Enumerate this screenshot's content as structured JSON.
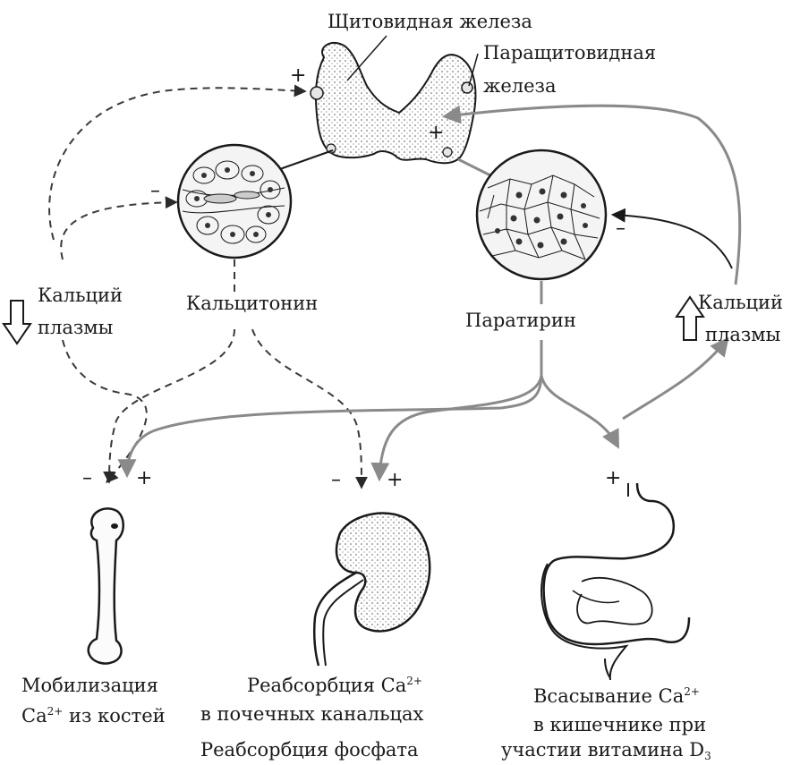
{
  "labels": {
    "thyroid": "Щитовидная железа",
    "parathyroid_1": "Паращитовидная",
    "parathyroid_2": "железа",
    "calcitonin": "Кальцитонин",
    "parathyrin": "Паратирин",
    "plasma_ca_left_1": "Кальций",
    "plasma_ca_left_2": "плазмы",
    "plasma_ca_right_1": "Кальций",
    "plasma_ca_right_2": "плазмы",
    "bone_1": "Мобилизация",
    "bone_2_pre": "Ca",
    "bone_2_sup": "2+",
    "bone_2_post": " из костей",
    "kidney_1_pre": "Реабсорбция Ca",
    "kidney_1_sup": "2+",
    "kidney_2": "в почечных канальцах",
    "kidney_3": "Реабсорбция фосфата",
    "gut_1_pre": "Всасывание Ca",
    "gut_1_sup": "2+",
    "gut_2": "в кишечнике при",
    "gut_3_pre": "участии витамина D",
    "gut_3_sub": "3"
  },
  "signs": {
    "thyroid_plus": "+",
    "parathyroid_plus": "+",
    "calcitonin_cell_minus": "–",
    "parathyrin_cell_minus": "–",
    "bone_minus": "–",
    "bone_plus": "+",
    "kidney_minus": "–",
    "kidney_plus": "+",
    "gut_plus": "+"
  },
  "colors": {
    "ink": "#1a1a1a",
    "gray_arrow": "#8a8a8a",
    "dashed": "#3a3a3a",
    "tissue_fill": "#f4f4f4"
  }
}
